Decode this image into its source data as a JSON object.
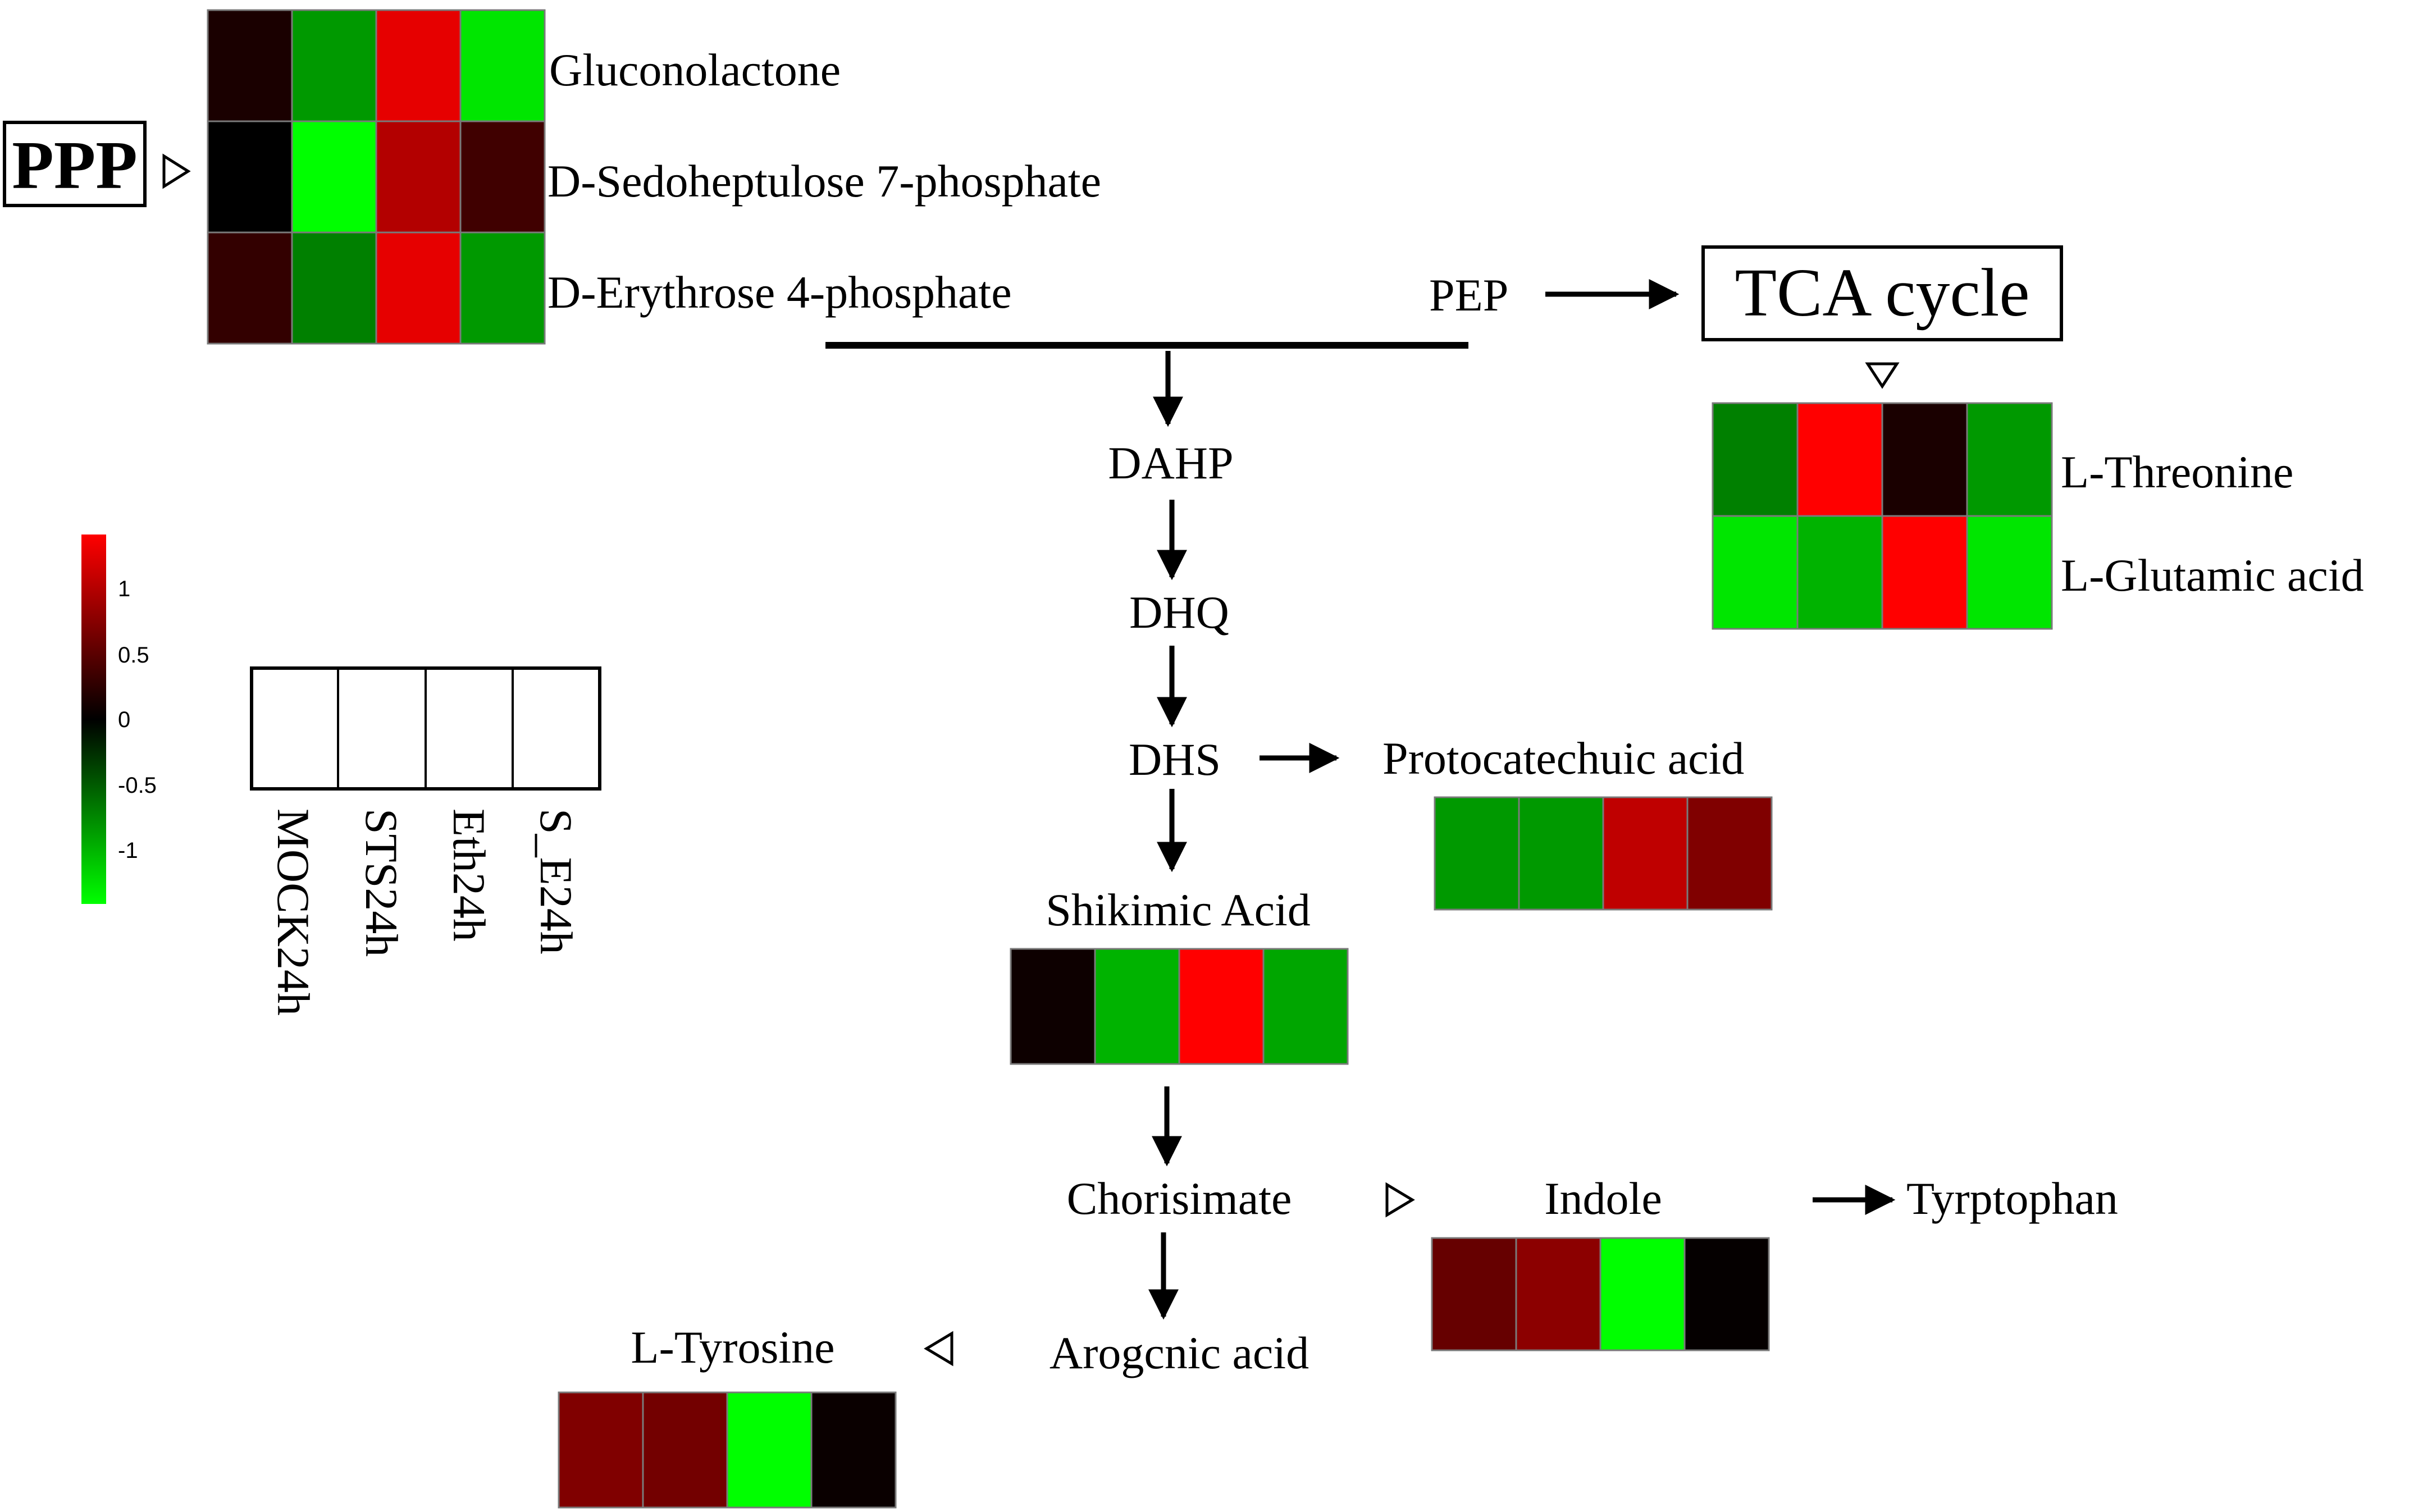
{
  "colors": {
    "high": "#ff0000",
    "mid": "#000000",
    "low": "#00ff00"
  },
  "samples": [
    "MOCK24h",
    "STS24h",
    "Eth24h",
    "S_E24h"
  ],
  "color_scale": {
    "ticks": [
      "1",
      "0.5",
      "0",
      "-0.5",
      "-1"
    ]
  },
  "pathway": {
    "ppp_label": "PPP",
    "tca_label": "TCA cycle",
    "pep": "PEP",
    "dahp": "DAHP",
    "dhq": "DHQ",
    "dhs": "DHS",
    "chorismate": "Chorisimate",
    "arogenic": "Arogcnic acid",
    "tryptophan": "Tyrptophan"
  },
  "metabolites": {
    "gluconolactone": {
      "name": "Gluconolactone",
      "values": [
        0.1,
        -0.6,
        0.9,
        -0.9
      ]
    },
    "sedoheptulose": {
      "name": "D-Sedoheptulose 7-phosphate",
      "values": [
        0.0,
        -1.1,
        0.7,
        0.25
      ]
    },
    "erythrose": {
      "name": "D-Erythrose 4-phosphate",
      "values": [
        0.2,
        -0.5,
        0.9,
        -0.6
      ]
    },
    "threonine": {
      "name": "L-Threonine",
      "values": [
        -0.5,
        1.0,
        0.1,
        -0.6
      ]
    },
    "glutamic": {
      "name": "L-Glutamic acid",
      "values": [
        -0.9,
        -0.7,
        1.0,
        -0.9
      ]
    },
    "protocatechuic": {
      "name": "Protocatechuic acid",
      "values": [
        -0.6,
        -0.6,
        0.75,
        0.5
      ]
    },
    "shikimic": {
      "name": "Shikimic Acid",
      "values": [
        0.05,
        -0.7,
        1.0,
        -0.65
      ]
    },
    "indole": {
      "name": "Indole",
      "values": [
        0.4,
        0.55,
        -1.0,
        0.02
      ]
    },
    "tyrosine": {
      "name": "L-Tyrosine",
      "values": [
        0.5,
        0.45,
        -1.0,
        0.04
      ]
    }
  }
}
